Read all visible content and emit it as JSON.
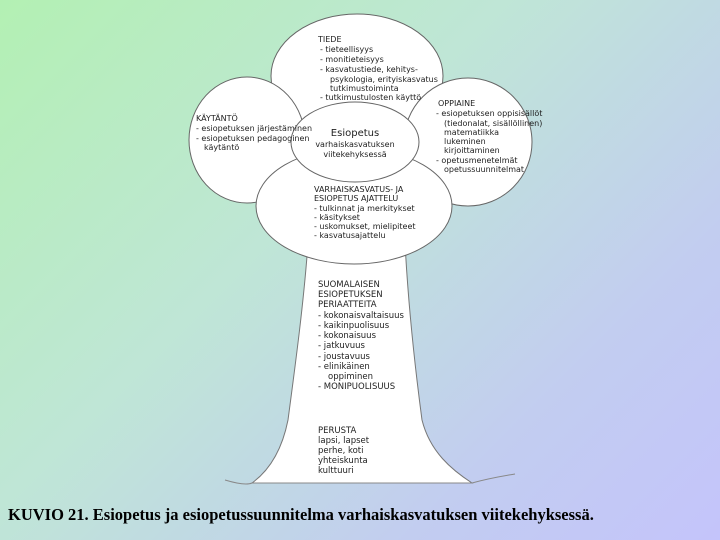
{
  "diagram": {
    "tiede": {
      "title": "TIEDE",
      "items": [
        "- tieteellisyys",
        "- monitieteisyys",
        "- kasvatustiede, kehitys-",
        "psykologia, erityiskasvatus",
        "tutkimustoiminta",
        "- tutkimustulosten käyttö"
      ]
    },
    "kaytanto": {
      "title": "KÄYTÄNTÖ",
      "items": [
        "- esiopetuksen järjestäminen",
        "- esiopetuksen pedagoginen",
        "käytäntö"
      ]
    },
    "oppiaine": {
      "title": "OPPIAINE",
      "items": [
        "- esiopetuksen oppisisällöt",
        "(tiedonalat, sisällöllinen)",
        "matematiikka",
        "lukeminen",
        "kirjoittaminen",
        "- opetusmenetelmät",
        "opetussuunnitelmat"
      ]
    },
    "center": {
      "lines": [
        "Esiopetus",
        "varhaiskasvatuksen",
        "viitekehyksessä"
      ]
    },
    "ajattelu": {
      "title_lines": [
        "VARHAISKASVATUS- JA",
        "ESIOPETUS AJATTELU"
      ],
      "items": [
        "- tulkinnat ja merkitykset",
        "- käsitykset",
        "- uskomukset, mielipiteet",
        "- kasvatusajattelu"
      ]
    },
    "periaatteet": {
      "title_lines": [
        "SUOMALAISEN",
        "ESIOPETUKSEN",
        "PERIAATTEITA"
      ],
      "items": [
        "- kokonaisvaltaisuus",
        "- kaikinpuolisuus",
        "- kokonaisuus",
        "- jatkuvuus",
        "- joustavuus",
        "- elinikäinen",
        "oppiminen",
        "- MONIPUOLISUUS"
      ]
    },
    "perusta": {
      "title": "PERUSTA",
      "items": [
        "lapsi, lapset",
        "perhe, koti",
        "yhteiskunta",
        "kulttuuri"
      ]
    }
  },
  "caption": "KUVIO 21. Esiopetus ja esiopetussuunnitelma varhaiskasvatuksen viitekehyksessä."
}
